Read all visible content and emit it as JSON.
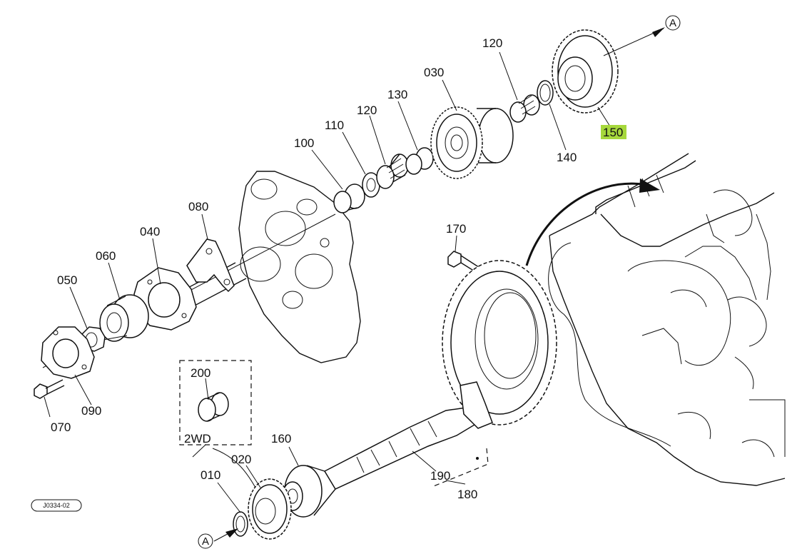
{
  "diagram": {
    "parts": [
      {
        "id": "p010",
        "label": "010"
      },
      {
        "id": "p020",
        "label": "020"
      },
      {
        "id": "p030",
        "label": "030"
      },
      {
        "id": "p040",
        "label": "040"
      },
      {
        "id": "p050",
        "label": "050"
      },
      {
        "id": "p060",
        "label": "060"
      },
      {
        "id": "p070",
        "label": "070"
      },
      {
        "id": "p080",
        "label": "080"
      },
      {
        "id": "p090",
        "label": "090"
      },
      {
        "id": "p100",
        "label": "100"
      },
      {
        "id": "p110",
        "label": "110"
      },
      {
        "id": "p120a",
        "label": "120"
      },
      {
        "id": "p120b",
        "label": "120"
      },
      {
        "id": "p130",
        "label": "130"
      },
      {
        "id": "p140",
        "label": "140"
      },
      {
        "id": "p150",
        "label": "150",
        "highlighted": true
      },
      {
        "id": "p160",
        "label": "160"
      },
      {
        "id": "p170",
        "label": "170"
      },
      {
        "id": "p180",
        "label": "180"
      },
      {
        "id": "p190",
        "label": "190"
      },
      {
        "id": "p200",
        "label": "200"
      }
    ],
    "callouts": {
      "top": "A",
      "bottom": "A"
    },
    "option_box_label": "2WD",
    "ref_code": "J0334-02",
    "highlight_color": "#a6d83c"
  }
}
